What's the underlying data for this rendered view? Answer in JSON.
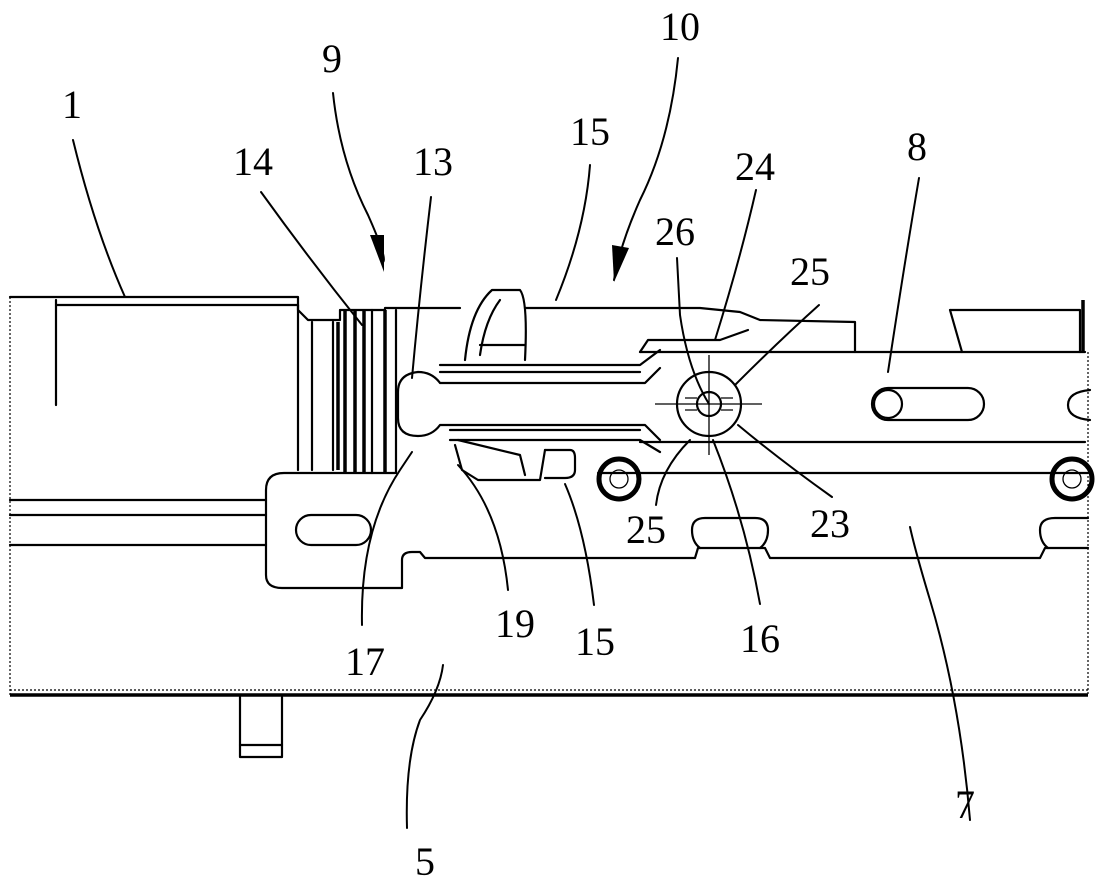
{
  "figure": {
    "type": "patent-line-drawing",
    "description": "Side view of connector assembly with locking mechanism",
    "labels": [
      {
        "id": "1",
        "text": "1"
      },
      {
        "id": "9",
        "text": "9"
      },
      {
        "id": "10",
        "text": "10"
      },
      {
        "id": "14",
        "text": "14"
      },
      {
        "id": "13",
        "text": "13"
      },
      {
        "id": "15a",
        "text": "15"
      },
      {
        "id": "26",
        "text": "26"
      },
      {
        "id": "24",
        "text": "24"
      },
      {
        "id": "25a",
        "text": "25"
      },
      {
        "id": "8",
        "text": "8"
      },
      {
        "id": "25b",
        "text": "25"
      },
      {
        "id": "23",
        "text": "23"
      },
      {
        "id": "7",
        "text": "7"
      },
      {
        "id": "19",
        "text": "19"
      },
      {
        "id": "15b",
        "text": "15"
      },
      {
        "id": "16",
        "text": "16"
      },
      {
        "id": "17",
        "text": "17"
      },
      {
        "id": "5",
        "text": "5"
      }
    ]
  }
}
